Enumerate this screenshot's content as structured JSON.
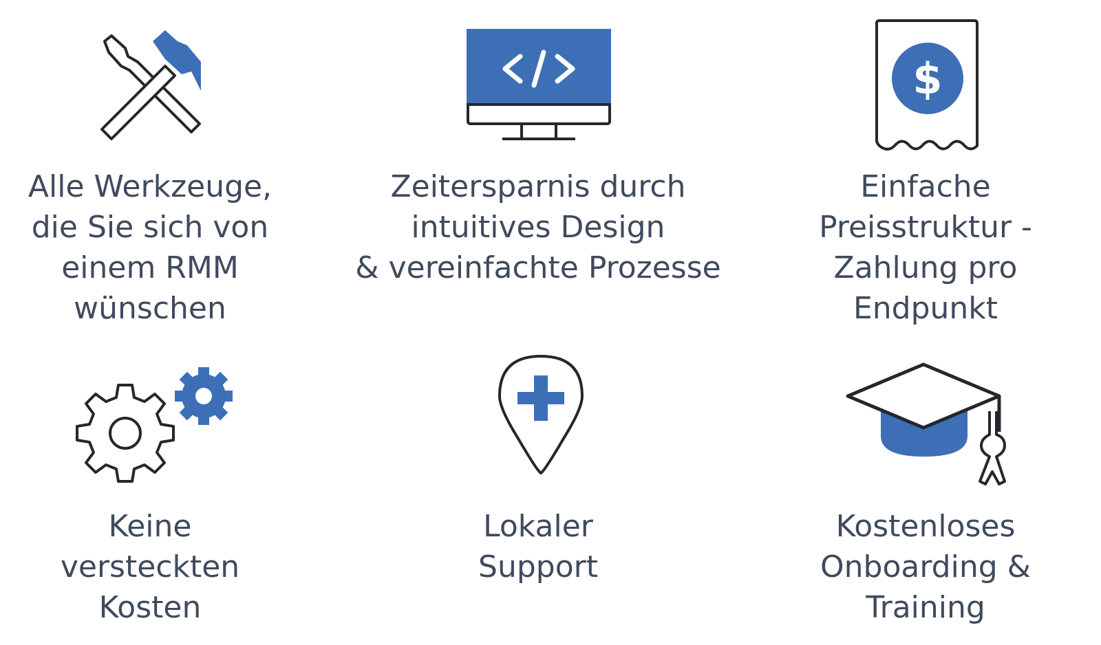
{
  "colors": {
    "accent": "#3d6fb6",
    "stroke": "#25262e",
    "text": "#3f4a5d"
  },
  "features": [
    {
      "icon": "tools-icon",
      "lines": [
        "Alle Werkzeuge,",
        "die Sie sich von",
        "einem RMM",
        "wünschen"
      ]
    },
    {
      "icon": "code-monitor-icon",
      "lines": [
        "Zeitersparnis durch",
        "intuitives Design",
        "& vereinfachte Prozesse"
      ]
    },
    {
      "icon": "dollar-receipt-icon",
      "lines": [
        "Einfache",
        "Preisstruktur -",
        "Zahlung pro",
        "Endpunkt"
      ]
    },
    {
      "icon": "gears-icon",
      "lines": [
        "Keine",
        "versteckten",
        "Kosten"
      ]
    },
    {
      "icon": "location-plus-icon",
      "lines": [
        "Lokaler",
        "Support"
      ]
    },
    {
      "icon": "graduation-cap-icon",
      "lines": [
        "Kostenloses",
        "Onboarding &",
        "Training"
      ]
    }
  ]
}
